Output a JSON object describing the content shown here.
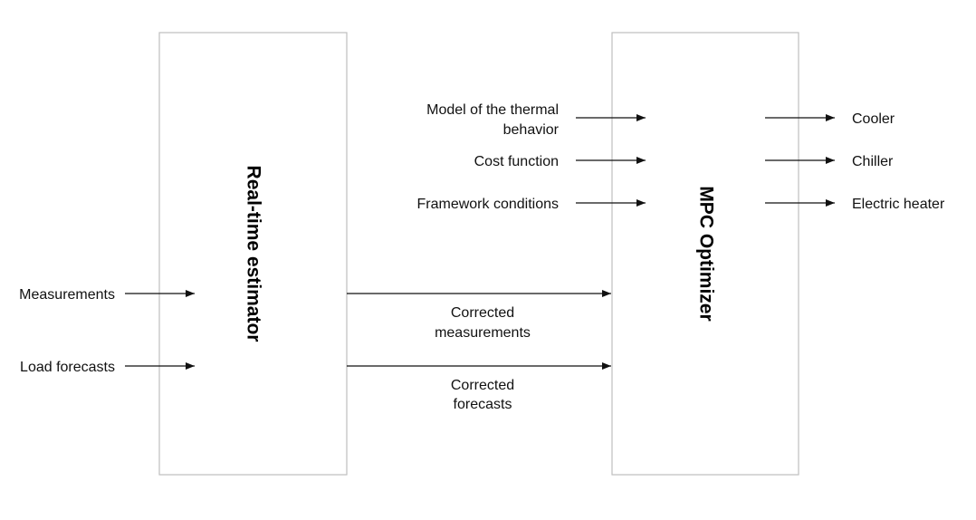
{
  "blocks": {
    "estimator": "Real-time estimator",
    "optimizer": "MPC Optimizer"
  },
  "inputs": {
    "measurements": "Measurements",
    "load_forecasts": "Load forecasts"
  },
  "optimizer_inputs": {
    "model_line1": "Model of the thermal",
    "model_line2": "behavior",
    "cost_function": "Cost function",
    "framework_conditions": "Framework conditions"
  },
  "links": {
    "corrected_measurements_line1": "Corrected",
    "corrected_measurements_line2": "measurements",
    "corrected_forecasts_line1": "Corrected",
    "corrected_forecasts_line2": "forecasts"
  },
  "outputs": {
    "cooler": "Cooler",
    "chiller": "Chiller",
    "electric_heater": "Electric heater"
  }
}
